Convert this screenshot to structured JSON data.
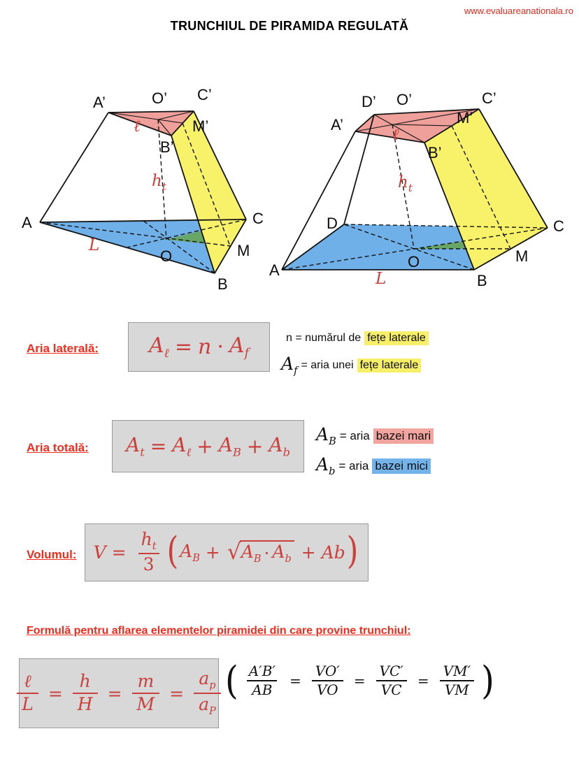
{
  "colors": {
    "accent-red": "#e8291c",
    "label-red": "#ee2d1f",
    "math-red": "#c9403c",
    "box-bg": "#d8d8d8",
    "box-border": "#9a9a9a",
    "hl-yellow": "#f7ef6a",
    "hl-pink": "#f2a49e",
    "hl-blue": "#74b3ea",
    "face-pink": "#f0a09b",
    "face-yellow": "#f8f16a",
    "face-blue": "#6fb0e8",
    "face-green": "#67a667"
  },
  "header": {
    "watermark": "www.evaluareanationala.ro",
    "title": "TRUNCHIUL DE PIRAMIDA REGULATĂ"
  },
  "diagrams": {
    "left": {
      "labels": {
        "A": "A",
        "B": "B",
        "C": "C",
        "O": "O",
        "M": "M",
        "Ap": "A’",
        "Bp": "B’",
        "Cp": "C’",
        "Op": "O’",
        "Mp": "M’",
        "l": "ℓ",
        "h": "h",
        "h_sub": "t",
        "L": "L"
      }
    },
    "right": {
      "labels": {
        "A": "A",
        "B": "B",
        "C": "C",
        "D": "D",
        "O": "O",
        "M": "M",
        "Ap": "A’",
        "Bp": "B’",
        "Cp": "C’",
        "Dp": "D’",
        "Op": "O’",
        "Mp": "M’",
        "l": "ℓ",
        "h": "h",
        "h_sub": "t",
        "L": "L"
      }
    }
  },
  "sections": {
    "lateral": {
      "label": "Aria laterală:",
      "formula": [
        {
          "sub": [
            "A",
            "ℓ"
          ]
        },
        "=",
        "n",
        "·",
        {
          "sub": [
            "A",
            "f"
          ]
        }
      ],
      "note1": {
        "prefix": "n = numărul de",
        "highlight": "fețe laterale"
      },
      "note2": {
        "sym": "A",
        "sym_sub": "f",
        "mid": "= aria unei",
        "highlight": "fețe laterale"
      }
    },
    "total": {
      "label": "Aria totală:",
      "formula": [
        {
          "sub": [
            "A",
            "t"
          ]
        },
        "=",
        {
          "sub": [
            "A",
            "ℓ"
          ]
        },
        "+",
        {
          "sub": [
            "A",
            "B"
          ]
        },
        "+",
        {
          "sub": [
            "A",
            "b"
          ]
        }
      ],
      "note1": {
        "sym": "A",
        "sym_sub": "B",
        "mid": "= aria",
        "highlight": "bazei mari"
      },
      "note2": {
        "sym": "A",
        "sym_sub": "b",
        "mid": "= aria",
        "highlight": "bazei mici"
      }
    },
    "volume": {
      "label": "Volumul:",
      "formula": [
        "V",
        "=",
        {
          "frac": [
            [
              {
                "sub": [
                  "h",
                  "t"
                ]
              }
            ],
            [
              "3"
            ]
          ]
        },
        {
          "big": "("
        },
        {
          "sub": [
            "A",
            "B"
          ]
        },
        "+",
        {
          "sqrt": [
            {
              "sub": [
                "A",
                "B"
              ]
            },
            "·",
            {
              "sub": [
                "A",
                "b"
              ]
            }
          ]
        },
        "+",
        "Ab",
        {
          "big": ")"
        }
      ]
    },
    "ratios": {
      "heading": "Formulă pentru aflarea elementelor piramidei din care provine trunchiul:",
      "formula_red": [
        {
          "frac": [
            [
              "ℓ"
            ],
            [
              "L"
            ]
          ]
        },
        "=",
        {
          "frac": [
            [
              "h"
            ],
            [
              "H"
            ]
          ]
        },
        "=",
        {
          "frac": [
            [
              "m"
            ],
            [
              "M"
            ]
          ]
        },
        "=",
        {
          "frac": [
            [
              {
                "sub": [
                  "a",
                  "p"
                ]
              }
            ],
            [
              {
                "sub": [
                  "a",
                  "P"
                ]
              }
            ]
          ]
        }
      ],
      "formula_black": [
        {
          "big": "("
        },
        {
          "frac": [
            [
              "A′B′"
            ],
            [
              "AB"
            ]
          ]
        },
        "=",
        {
          "frac": [
            [
              "VO′"
            ],
            [
              "VO"
            ]
          ]
        },
        "=",
        {
          "frac": [
            [
              "VC′"
            ],
            [
              "VC"
            ]
          ]
        },
        "=",
        {
          "frac": [
            [
              "VM′"
            ],
            [
              "VM"
            ]
          ]
        },
        {
          "big": ")"
        }
      ]
    }
  }
}
